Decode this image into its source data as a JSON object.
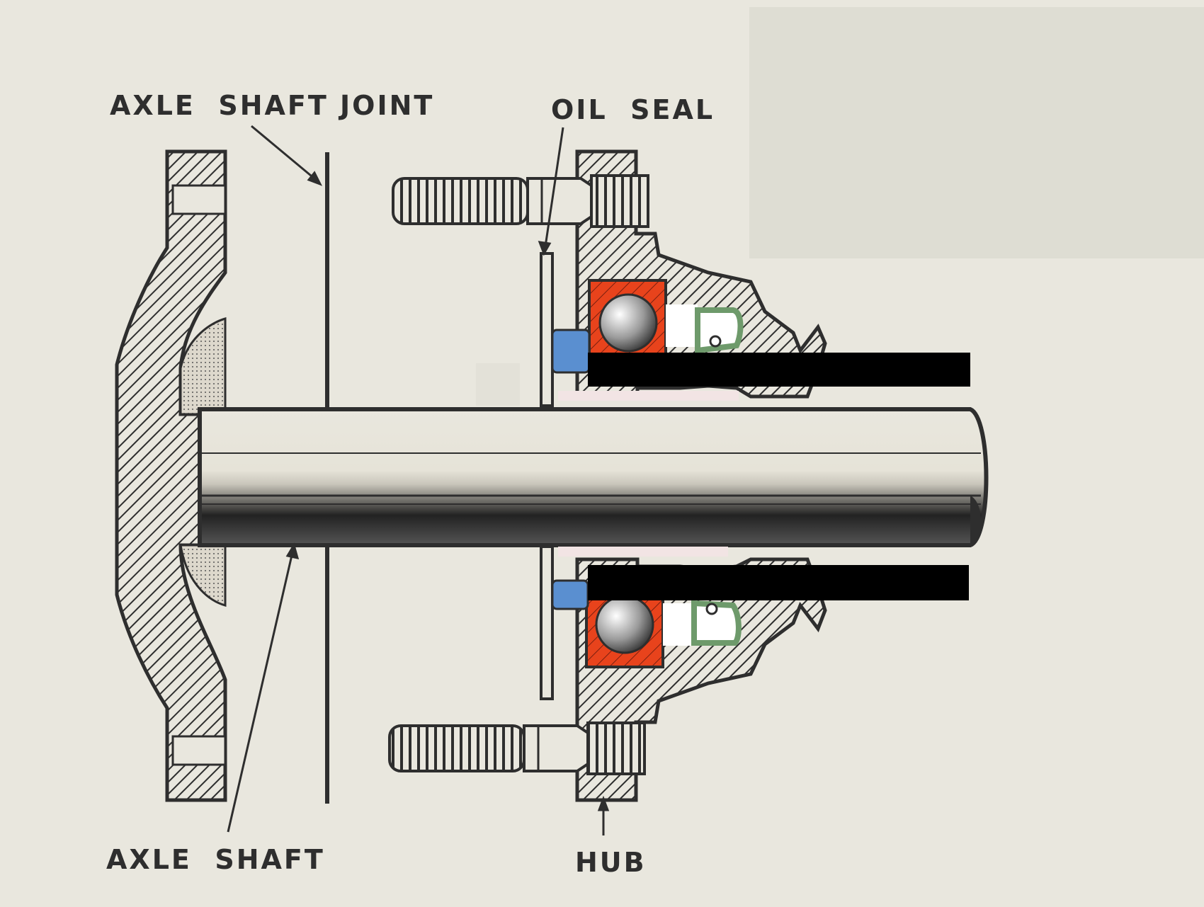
{
  "labels": {
    "axle_shaft_joint": "AXLE  SHAFT JOINT",
    "oil_seal": "OIL  SEAL",
    "axle_shaft": "AXLE  SHAFT",
    "hub": "HUB"
  },
  "colors": {
    "paper": "#e9e7de",
    "ink": "#2e2e2e",
    "bearing": "#e8431c",
    "seal": "#6e9a6b",
    "nut": "#5a8fd0",
    "redaction": "#000000"
  }
}
